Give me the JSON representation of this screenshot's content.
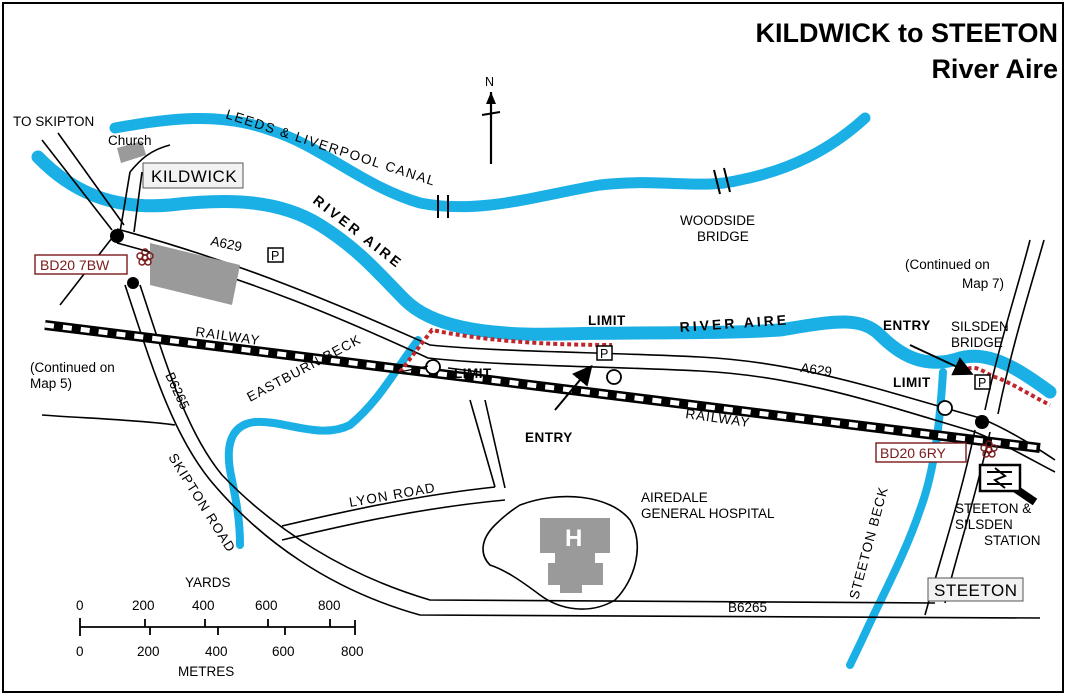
{
  "title": {
    "line1": "KILDWICK to STEETON",
    "line2": "River Aire"
  },
  "north_label": "N",
  "places": {
    "kildwick": "KILDWICK",
    "steeton": "STEETON",
    "church": "Church",
    "to_skipton": "TO SKIPTON"
  },
  "waterways": {
    "canal": "LEEDS & LIVERPOOL  CANAL",
    "river1": "RIVER AIRE",
    "river2": "RIVER AIRE",
    "eastburn_beck": "EASTBURN BECK",
    "steeton_beck": "STEETON BECK"
  },
  "bridges": {
    "woodside_line1": "WOODSIDE",
    "woodside_line2": "BRIDGE",
    "silsden_line1": "SILSDEN",
    "silsden_line2": "BRIDGE"
  },
  "roads": {
    "a629_1": "A629",
    "a629_2": "A629",
    "b6265_1": "B6265",
    "b6265_2": "B6265",
    "skipton_road": "SKIPTON ROAD",
    "lyon_road": "LYON ROAD",
    "railway1": "RAILWAY",
    "railway2": "RAILWAY"
  },
  "fishing": {
    "limit1": "LIMIT",
    "limit2": "LIMIT",
    "limit3": "LIMIT",
    "entry1": "ENTRY",
    "entry2": "ENTRY"
  },
  "parking": "P",
  "postcodes": {
    "west": "BD20 7BW",
    "east": "BD20 6RY"
  },
  "continued": {
    "map5_line1": "(Continued on",
    "map5_line2": "Map 5)",
    "map7_line1": "(Continued on",
    "map7_line2": "Map 7)"
  },
  "hospital": {
    "line1": "AIREDALE",
    "line2": "GENERAL HOSPITAL",
    "symbol": "H"
  },
  "station": {
    "line1": "STEETON &",
    "line2": "SILSDEN",
    "line3": "STATION"
  },
  "scale": {
    "yards_label": "YARDS",
    "metres_label": "METRES",
    "yards_ticks": [
      "0",
      "200",
      "400",
      "600",
      "800"
    ],
    "metres_ticks": [
      "0",
      "200",
      "400",
      "600",
      "800"
    ]
  },
  "colors": {
    "water": "#1ab0e6",
    "postcode": "#7a1a1a",
    "limit_line": "#c0272d",
    "grey_building": "#9a9a9a"
  }
}
